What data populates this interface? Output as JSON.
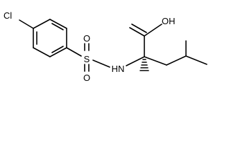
{
  "structure": {
    "atoms": {
      "cl": "Cl",
      "s": "S",
      "o_top": "O",
      "o_bottom": "O",
      "nh": "HN",
      "oh": "OH"
    },
    "colors": {
      "bond": "#000000",
      "label": "#000000",
      "background": "#ffffff"
    }
  }
}
